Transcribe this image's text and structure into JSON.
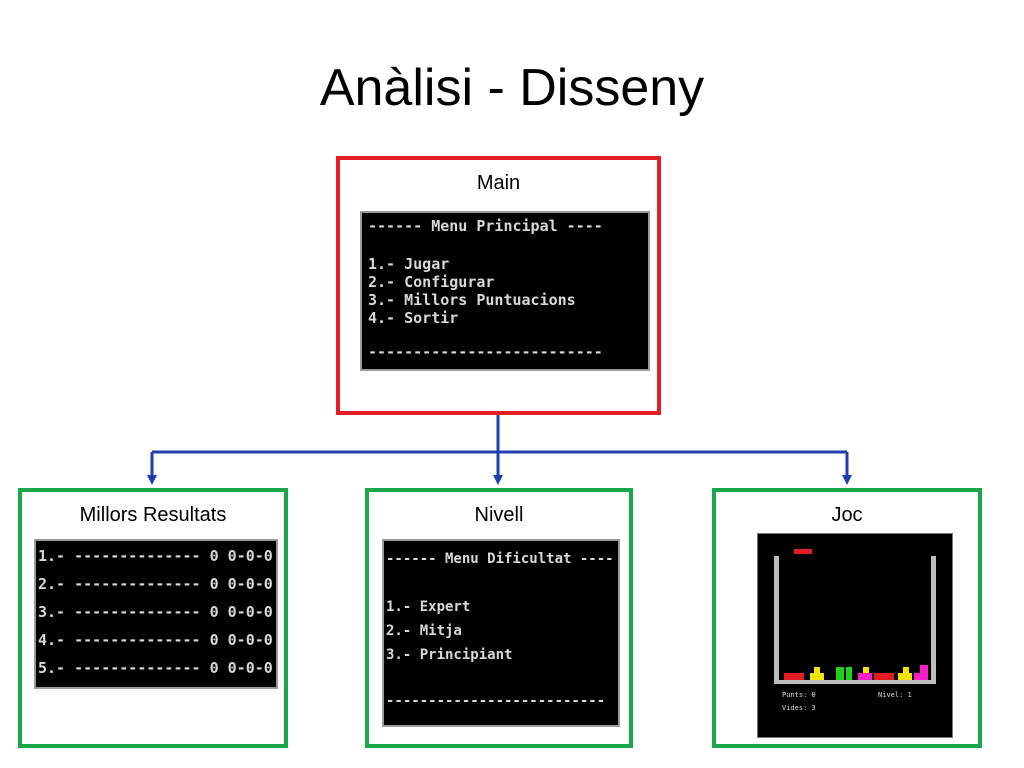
{
  "title": "Anàlisi - Disseny",
  "nodes": {
    "main": {
      "label": "Main",
      "lines": [
        "------ Menu Principal ----",
        "1.- Jugar",
        "2.- Configurar",
        "3.- Millors Puntuacions",
        "4.- Sortir",
        "--------------------------"
      ]
    },
    "results": {
      "label": "Millors Resultats",
      "lines": [
        "1.- -------------- 0 0-0-0",
        "2.- -------------- 0 0-0-0",
        "3.- -------------- 0 0-0-0",
        "4.- -------------- 0 0-0-0",
        "5.- -------------- 0 0-0-0"
      ]
    },
    "level": {
      "label": "Nivell",
      "lines": [
        "------ Menu Dificultat ----",
        "1.- Expert",
        "2.- Mitja",
        "3.- Principiant",
        "--------------------------"
      ]
    },
    "game": {
      "label": "Joc",
      "score": "Punts: 0",
      "level": "Nivel: 1",
      "lives": "Vides: 3"
    }
  },
  "colors": {
    "root_border": "#e41e26",
    "child_border": "#1aa64b",
    "connector": "#1f3fae"
  }
}
